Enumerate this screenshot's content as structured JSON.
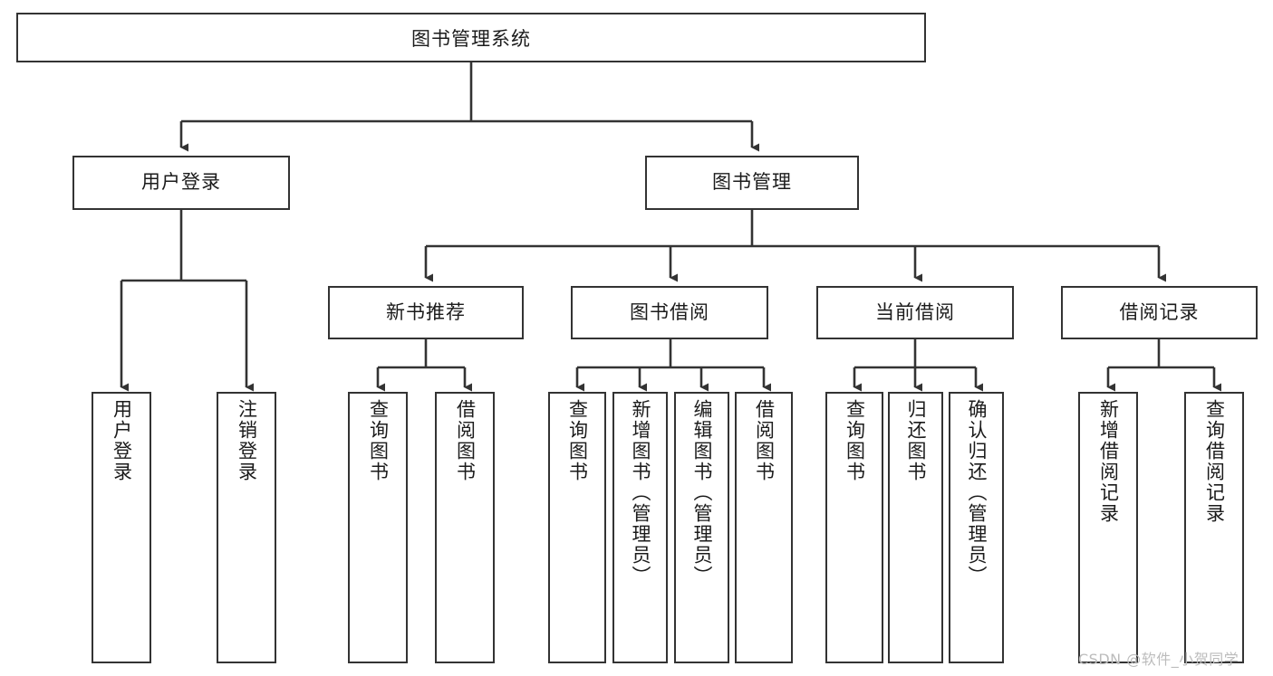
{
  "diagram": {
    "title": "图书管理系统",
    "type": "tree",
    "watermark": "CSDN @软件_小贺同学",
    "root": {
      "id": "root",
      "label": "图书管理系统"
    },
    "level2": [
      {
        "id": "user-login",
        "label": "用户登录"
      },
      {
        "id": "book-manage",
        "label": "图书管理"
      }
    ],
    "level3": [
      {
        "id": "new-book-recommend",
        "label": "新书推荐",
        "parent": "book-manage"
      },
      {
        "id": "book-borrow",
        "label": "图书借阅",
        "parent": "book-manage"
      },
      {
        "id": "current-borrow",
        "label": "当前借阅",
        "parent": "book-manage"
      },
      {
        "id": "borrow-record",
        "label": "借阅记录",
        "parent": "book-manage"
      }
    ],
    "leaves": [
      {
        "id": "leaf-user-login",
        "label": "用户登录",
        "parent": "user-login"
      },
      {
        "id": "leaf-logout-login",
        "label": "注销登录",
        "parent": "user-login"
      },
      {
        "id": "leaf-query-book-1",
        "label": "查询图书",
        "parent": "new-book-recommend"
      },
      {
        "id": "leaf-borrow-book-1",
        "label": "借阅图书",
        "parent": "new-book-recommend"
      },
      {
        "id": "leaf-query-book-2",
        "label": "查询图书",
        "parent": "book-borrow"
      },
      {
        "id": "leaf-add-book",
        "label": "新增图书（管理员）",
        "parent": "book-borrow"
      },
      {
        "id": "leaf-edit-book",
        "label": "编辑图书（管理员）",
        "parent": "book-borrow"
      },
      {
        "id": "leaf-borrow-book-2",
        "label": "借阅图书",
        "parent": "book-borrow"
      },
      {
        "id": "leaf-query-book-3",
        "label": "查询图书",
        "parent": "current-borrow"
      },
      {
        "id": "leaf-return-book",
        "label": "归还图书",
        "parent": "current-borrow"
      },
      {
        "id": "leaf-confirm-return",
        "label": "确认归还（管理员）",
        "parent": "current-borrow"
      },
      {
        "id": "leaf-add-record",
        "label": "新增借阅记录",
        "parent": "borrow-record"
      },
      {
        "id": "leaf-query-record",
        "label": "查询借阅记录",
        "parent": "borrow-record"
      }
    ],
    "colors": {
      "box_border": "#333333",
      "box_fill": "#ffffff",
      "edge": "#333333",
      "text": "#1b1b1b",
      "watermark": "#bcbcbc"
    }
  }
}
